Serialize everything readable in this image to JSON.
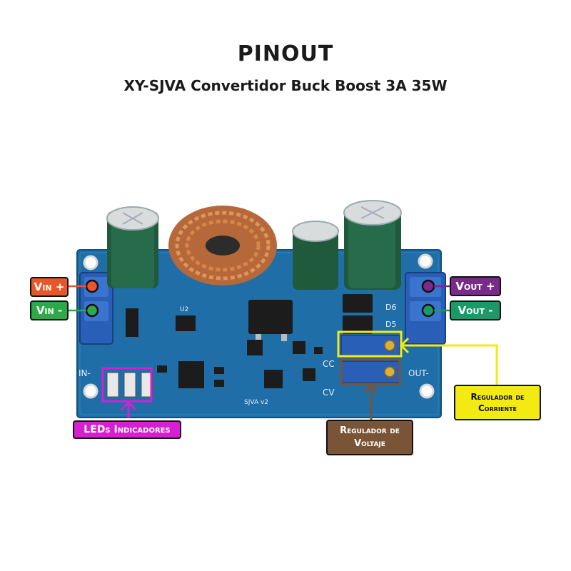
{
  "header": {
    "title": "PINOUT",
    "subtitle": "XY-SJVA Convertidor Buck Boost 3A 35W"
  },
  "labels": {
    "vin_plus": "Vin +",
    "vin_minus": "Vin -",
    "vout_plus": "Vout +",
    "vout_minus": "Vout -",
    "leds": "LEDs Indicadores",
    "regulador_voltaje": "Regulador de Voltaje",
    "regulador_corriente": "Regulador de Corriente"
  },
  "board_text": {
    "in_minus": "IN-",
    "out_minus": "OUT-",
    "model": "SJVA v2",
    "cc": "CC",
    "cv": "CV",
    "d6": "D6",
    "d5": "D5",
    "u2": "U2"
  },
  "colors": {
    "pcb": "#1f6ea8",
    "vin_plus": "#e8562a",
    "vin_minus": "#2fa84a",
    "vout_plus": "#7a2a8a",
    "vout_minus": "#1b9a68",
    "leds": "#d51fd0",
    "regulador_voltaje": "#7a5436",
    "regulador_corriente": "#f3ea14"
  }
}
